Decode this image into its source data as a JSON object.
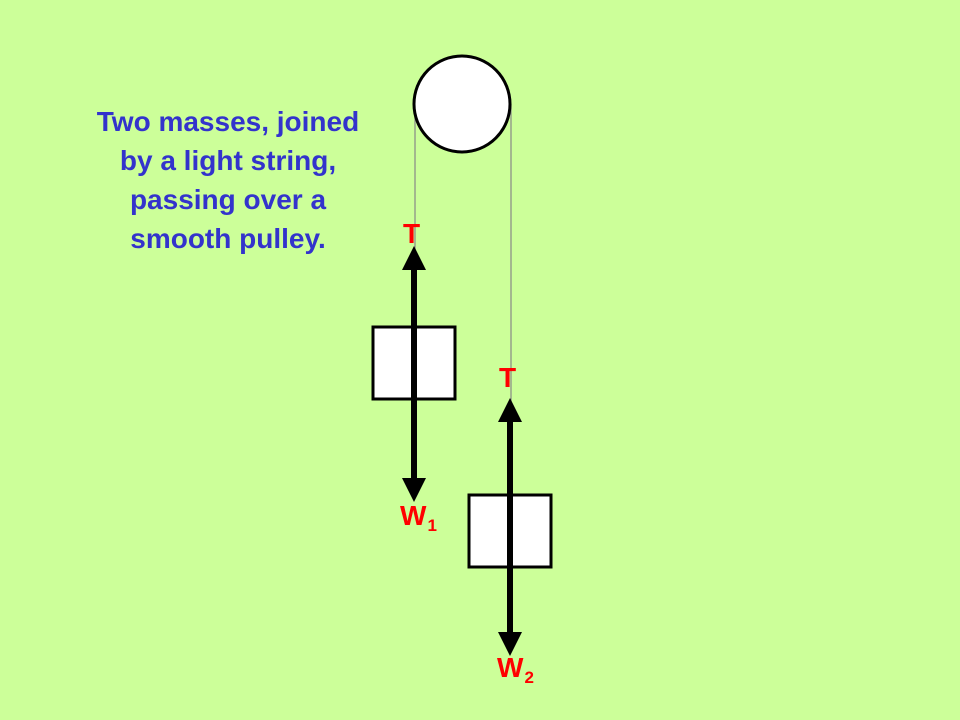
{
  "caption": "Two masses, joined by a light string, passing over a smooth pulley.",
  "labels": {
    "tension_left": "T",
    "tension_right": "T",
    "weight_left_main": "W",
    "weight_left_sub": "1",
    "weight_right_main": "W",
    "weight_right_sub": "2"
  },
  "colors": {
    "background": "#ccff99",
    "caption": "#3333cc",
    "labels": "#ff0000",
    "lines": "#000000",
    "fill": "#ffffff"
  }
}
